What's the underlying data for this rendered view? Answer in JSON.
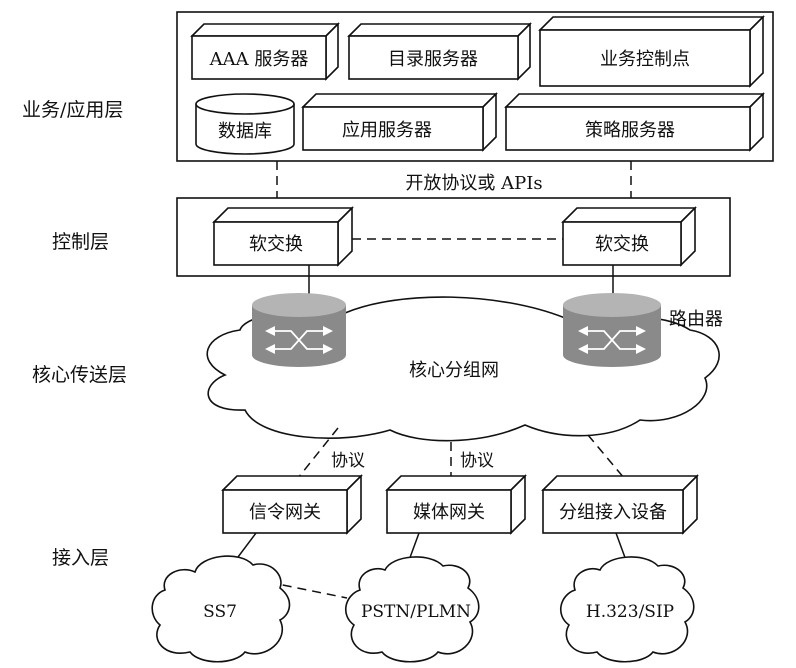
{
  "layers": {
    "business": "业务/应用层",
    "control": "控制层",
    "core": "核心传送层",
    "access": "接入层"
  },
  "business_layer": {
    "aaa_server": "AAA 服务器",
    "directory_server": "目录服务器",
    "service_control_point": "业务控制点",
    "database": "数据库",
    "app_server": "应用服务器",
    "policy_server": "策略服务器"
  },
  "open_protocol_label": "开放协议或 APIs",
  "control_layer": {
    "softswitch_left": "软交换",
    "softswitch_right": "软交换"
  },
  "core_layer": {
    "network": "核心分组网",
    "router_label": "路由器"
  },
  "access_layer": {
    "protocol_left": "协议",
    "protocol_mid": "协议",
    "signaling_gateway": "信令网关",
    "media_gateway": "媒体网关",
    "packet_access": "分组接入设备",
    "ss7": "SS7",
    "pstn": "PSTN/PLMN",
    "h323": "H.323/SIP"
  },
  "colors": {
    "router_top": "#b4b4b4",
    "router_body": "#8a8a8a",
    "line": "#111111"
  }
}
